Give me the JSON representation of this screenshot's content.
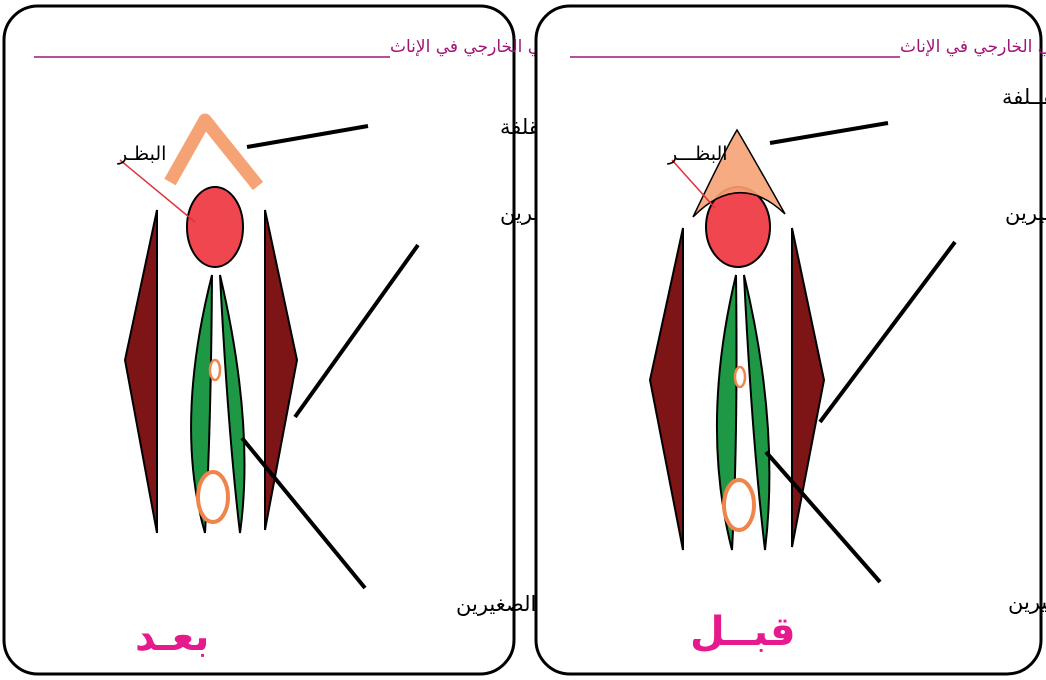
{
  "colors": {
    "labia_majora": "#7d1416",
    "labia_minora": "#1f9846",
    "clitoris": "#f0464f",
    "hood": "#f5a274",
    "ring": "#f0854c",
    "title": "#a0157a",
    "badge": "#e51a8c",
    "line_red": "#e0323c"
  },
  "left_panel": {
    "title": "الجهاز التناسلي الخارجي في الإناث",
    "label_hood": "باقي القلفة",
    "label_clitoris": "البظـر",
    "label_majora": "الشفرين الكبيرين",
    "label_minora": "الشفرين الصغيرين",
    "badge": "بعـد"
  },
  "right_panel": {
    "title": "الجهاز التناسلي الخارجي في الإناث",
    "label_hood": "القــلفة",
    "label_clitoris": "البظـــر",
    "label_majora": "الشفرين الكبيرين",
    "label_minora": "الشفرين الصغيرين",
    "badge": "قبــل"
  }
}
